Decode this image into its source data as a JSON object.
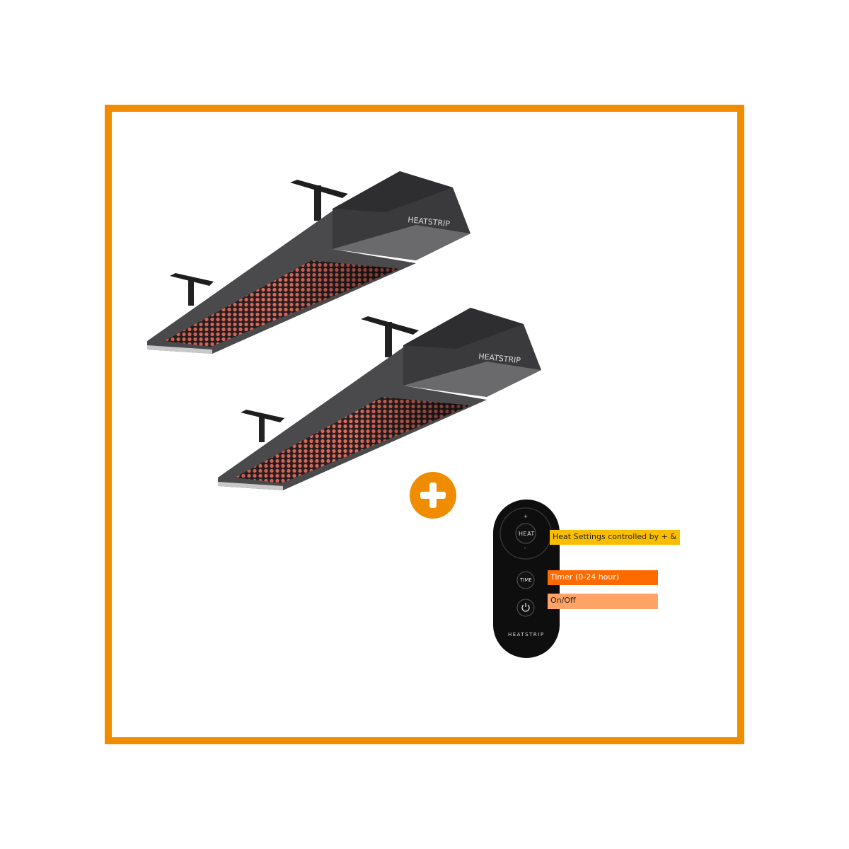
{
  "colors": {
    "frame": "#f08c00",
    "plus_badge": "#f08c00",
    "label_heat": "#f9bd00",
    "label_timer": "#ff6a00",
    "label_onoff": "#ffa366",
    "heater_body": "#3a3a3c",
    "remote_body": "#0e0e0e"
  },
  "heaters": [
    {
      "brand": "HEATSTRIP"
    },
    {
      "brand": "HEATSTRIP"
    }
  ],
  "plus_icon": "plus-icon",
  "remote": {
    "brand": "HEATSTRIP",
    "buttons": {
      "heat": "HEAT",
      "plus": "+",
      "minus": "-",
      "time": "TIME",
      "power_icon": "power-icon"
    }
  },
  "labels": {
    "heat": "Heat Settings controlled by + & -",
    "timer": "Timer (0-24 hour)",
    "onoff": "On/Off"
  }
}
